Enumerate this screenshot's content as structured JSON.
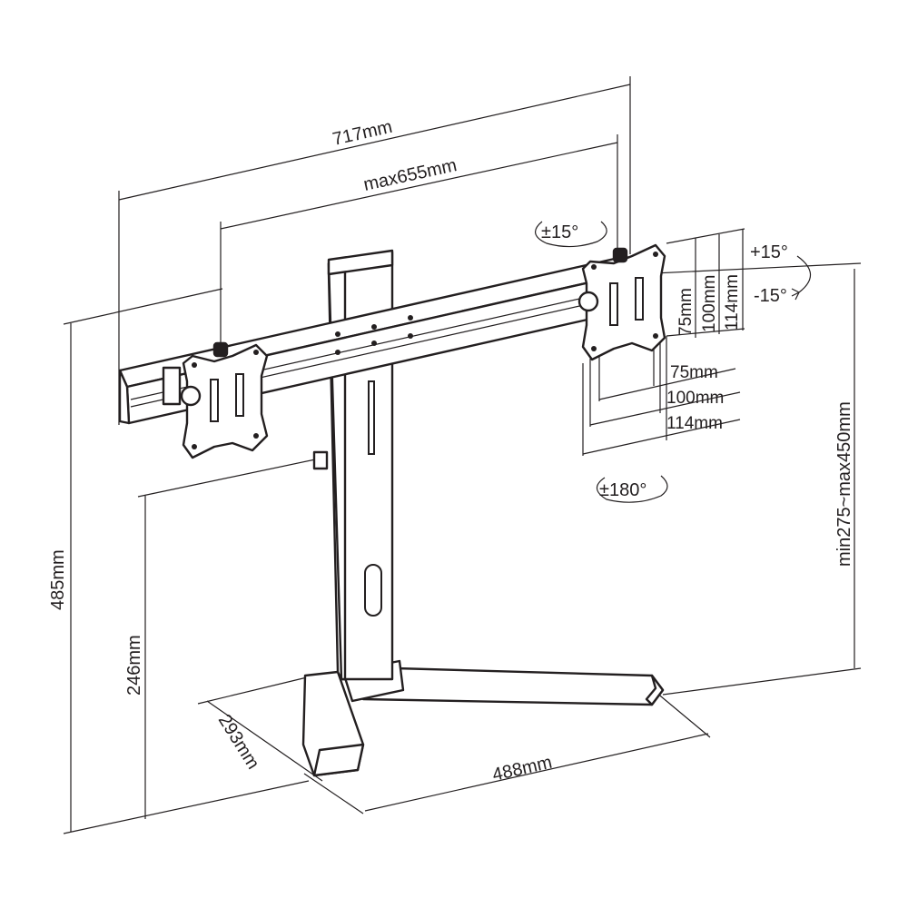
{
  "dimensions": {
    "overall_width": "717mm",
    "max_span": "max655mm",
    "overall_height": "485mm",
    "desk_to_pole_height": "246mm",
    "foot_depth": "293mm",
    "foot_width": "488mm",
    "arm_height_range": "min275~max450mm"
  },
  "vesa_vertical": [
    "75mm",
    "100mm",
    "114mm"
  ],
  "vesa_horizontal": [
    "75mm",
    "100mm",
    "114mm"
  ],
  "rotations": {
    "swivel": "±15°",
    "rotate": "±180°",
    "tilt_up": "+15°",
    "tilt_down": "-15°"
  },
  "colors": {
    "line": "#231f20",
    "background": "#ffffff"
  }
}
